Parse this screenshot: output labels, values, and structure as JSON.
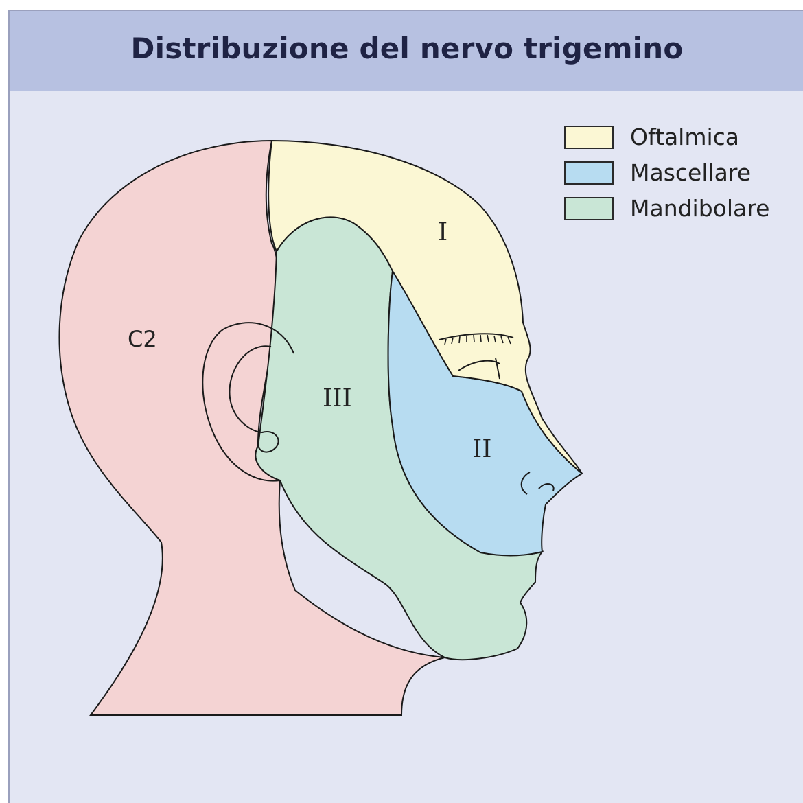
{
  "title": "Distribuzione del nervo trigemino",
  "legend": [
    {
      "label": "Oftalmica",
      "color": "#fbf7d4"
    },
    {
      "label": "Mascellare",
      "color": "#b7dcf1"
    },
    {
      "label": "Mandibolare",
      "color": "#c9e6d6"
    }
  ],
  "regions": {
    "c2": {
      "label": "C2",
      "color": "#f4d3d3"
    },
    "ophthalmic": {
      "label": "I",
      "color": "#fbf7d4"
    },
    "maxillary": {
      "label": "II",
      "color": "#b7dcf1"
    },
    "mandibular": {
      "label": "III",
      "color": "#c9e6d6"
    }
  },
  "colors": {
    "background": "#e3e6f3",
    "header": "#b7c1e1",
    "outline": "#1a1a1a"
  }
}
